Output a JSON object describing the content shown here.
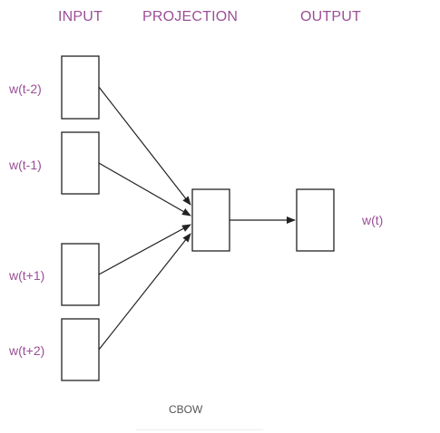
{
  "headers": {
    "input": "INPUT",
    "projection": "PROJECTION",
    "output": "OUTPUT"
  },
  "inputs": [
    {
      "label": "w(t-2)"
    },
    {
      "label": "w(t-1)"
    },
    {
      "label": "w(t+1)"
    },
    {
      "label": "w(t+2)"
    }
  ],
  "output": {
    "label": "w(t)"
  },
  "caption": "CBOW",
  "colors": {
    "label": "#9b4f96",
    "stroke": "#222222"
  }
}
